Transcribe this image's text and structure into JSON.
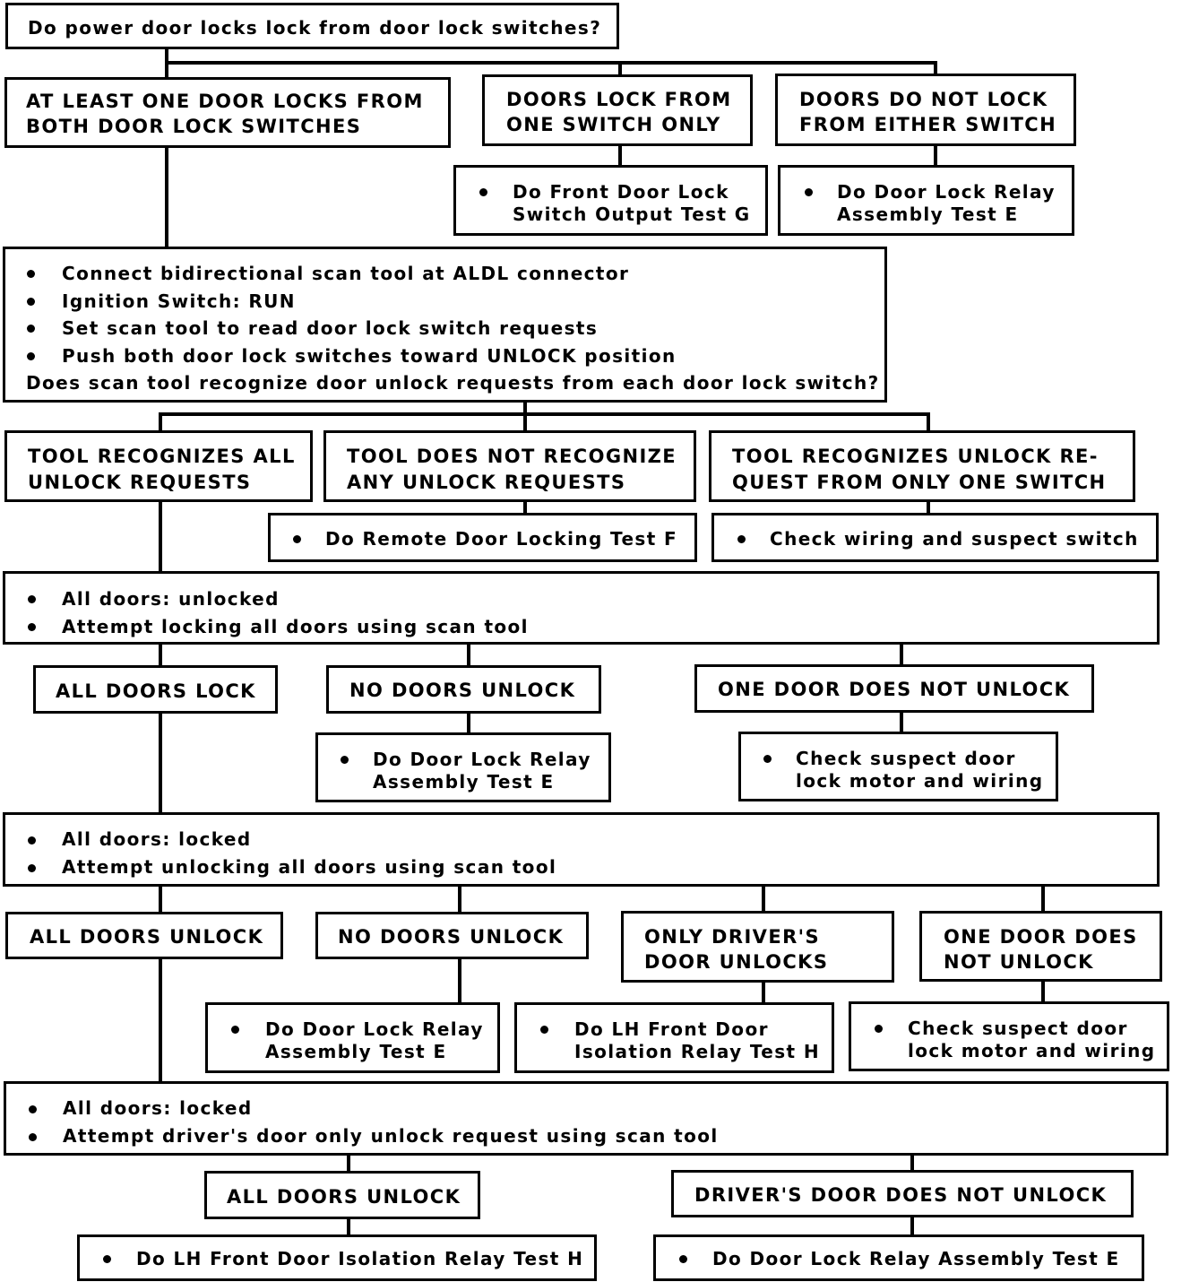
{
  "q1": "Do power door locks lock from door lock switches?",
  "a1": {
    "l1": "AT LEAST ONE DOOR LOCKS FROM",
    "l2": "BOTH DOOR LOCK SWITCHES"
  },
  "a2": {
    "l1": "DOORS LOCK FROM",
    "l2": "ONE SWITCH ONLY"
  },
  "a3": {
    "l1": "DOORS DO NOT LOCK",
    "l2": "FROM EITHER SWITCH"
  },
  "a2_action": {
    "l1": "Do Front Door Lock",
    "l2": "Switch Output Test G"
  },
  "a3_action": {
    "l1": "Do Door Lock Relay",
    "l2": "Assembly Test E"
  },
  "step1": {
    "bullets": [
      "Connect bidirectional scan tool at ALDL connector",
      "Ignition Switch: RUN",
      "Set scan tool to read door lock switch requests",
      "Push both door lock switches toward UNLOCK position"
    ],
    "question": "Does scan tool recognize door unlock requests from each door lock switch?"
  },
  "b1": {
    "l1": "TOOL RECOGNIZES ALL",
    "l2": "UNLOCK REQUESTS"
  },
  "b2": {
    "l1": "TOOL DOES NOT RECOGNIZE",
    "l2": "ANY UNLOCK REQUESTS"
  },
  "b3": {
    "l1": "TOOL RECOGNIZES UNLOCK RE-",
    "l2": "QUEST FROM ONLY ONE SWITCH"
  },
  "b2_action": "Do Remote Door Locking Test F",
  "b3_action": "Check wiring and suspect switch",
  "step2": {
    "bullets": [
      "All doors: unlocked",
      "Attempt locking all doors using scan tool"
    ]
  },
  "c1": "ALL DOORS LOCK",
  "c2": "NO DOORS UNLOCK",
  "c3": "ONE DOOR DOES NOT UNLOCK",
  "c2_action": {
    "l1": "Do Door Lock Relay",
    "l2": "Assembly Test E"
  },
  "c3_action": {
    "l1": "Check suspect door",
    "l2": "lock motor and wiring"
  },
  "step3": {
    "bullets": [
      "All doors: locked",
      "Attempt unlocking all doors using scan tool"
    ]
  },
  "d1": "ALL DOORS UNLOCK",
  "d2": "NO DOORS UNLOCK",
  "d3": {
    "l1": "ONLY DRIVER'S",
    "l2": "DOOR UNLOCKS"
  },
  "d4": {
    "l1": "ONE DOOR DOES",
    "l2": "NOT UNLOCK"
  },
  "d2_action": {
    "l1": "Do Door Lock Relay",
    "l2": "Assembly Test E"
  },
  "d3_action": {
    "l1": "Do LH Front Door",
    "l2": "Isolation Relay Test H"
  },
  "d4_action": {
    "l1": "Check suspect door",
    "l2": "lock motor and wiring"
  },
  "step4": {
    "bullets": [
      "All doors: locked",
      "Attempt driver's door only unlock request using scan tool"
    ]
  },
  "e1": "ALL DOORS UNLOCK",
  "e2": "DRIVER'S DOOR DOES NOT UNLOCK",
  "e1_action": "Do LH Front Door Isolation Relay Test H",
  "e2_action": "Do Door Lock Relay Assembly Test E"
}
